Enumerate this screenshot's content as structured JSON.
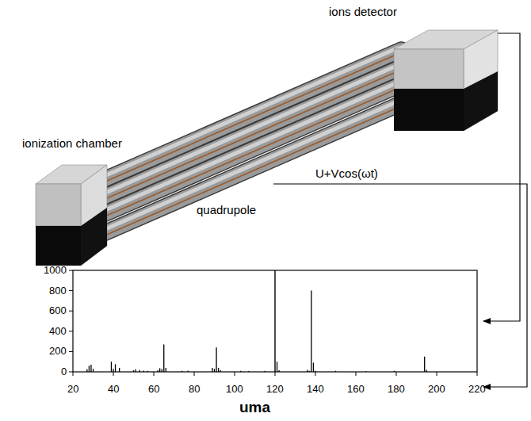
{
  "diagram": {
    "nodes": [
      {
        "text": [
          "ionization chamber"
        ]
      },
      {
        "text": [
          "quadrupole"
        ]
      },
      {
        "text": [
          "ions detector"
        ]
      }
    ],
    "labels": [
      "U+Vcos(ωt)",
      "0",
      "200",
      "400",
      "600",
      "800",
      "1000",
      "20",
      "40",
      "60",
      "80",
      "100",
      "120",
      "140",
      "160",
      "180",
      "200",
      "220",
      "uma"
    ]
  }
}
